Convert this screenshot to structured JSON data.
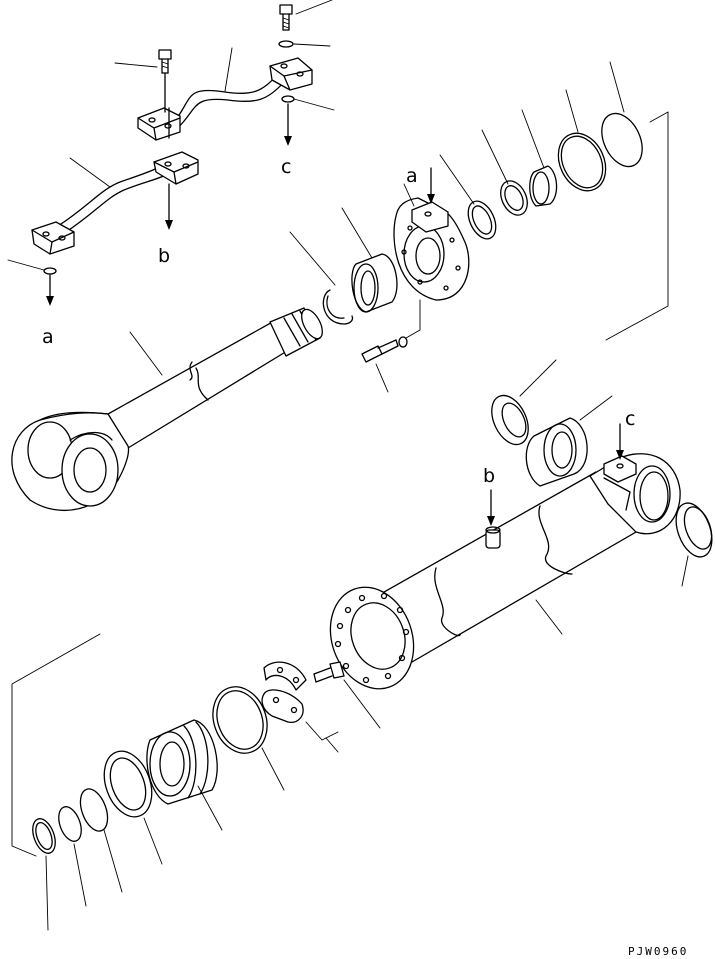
{
  "labels": {
    "a_top": "a",
    "a_left": "a",
    "b_pipe": "b",
    "b_cylinder": "b",
    "c_pipe": "c",
    "c_cylinder": "c"
  },
  "figure_code": "PJW0960"
}
